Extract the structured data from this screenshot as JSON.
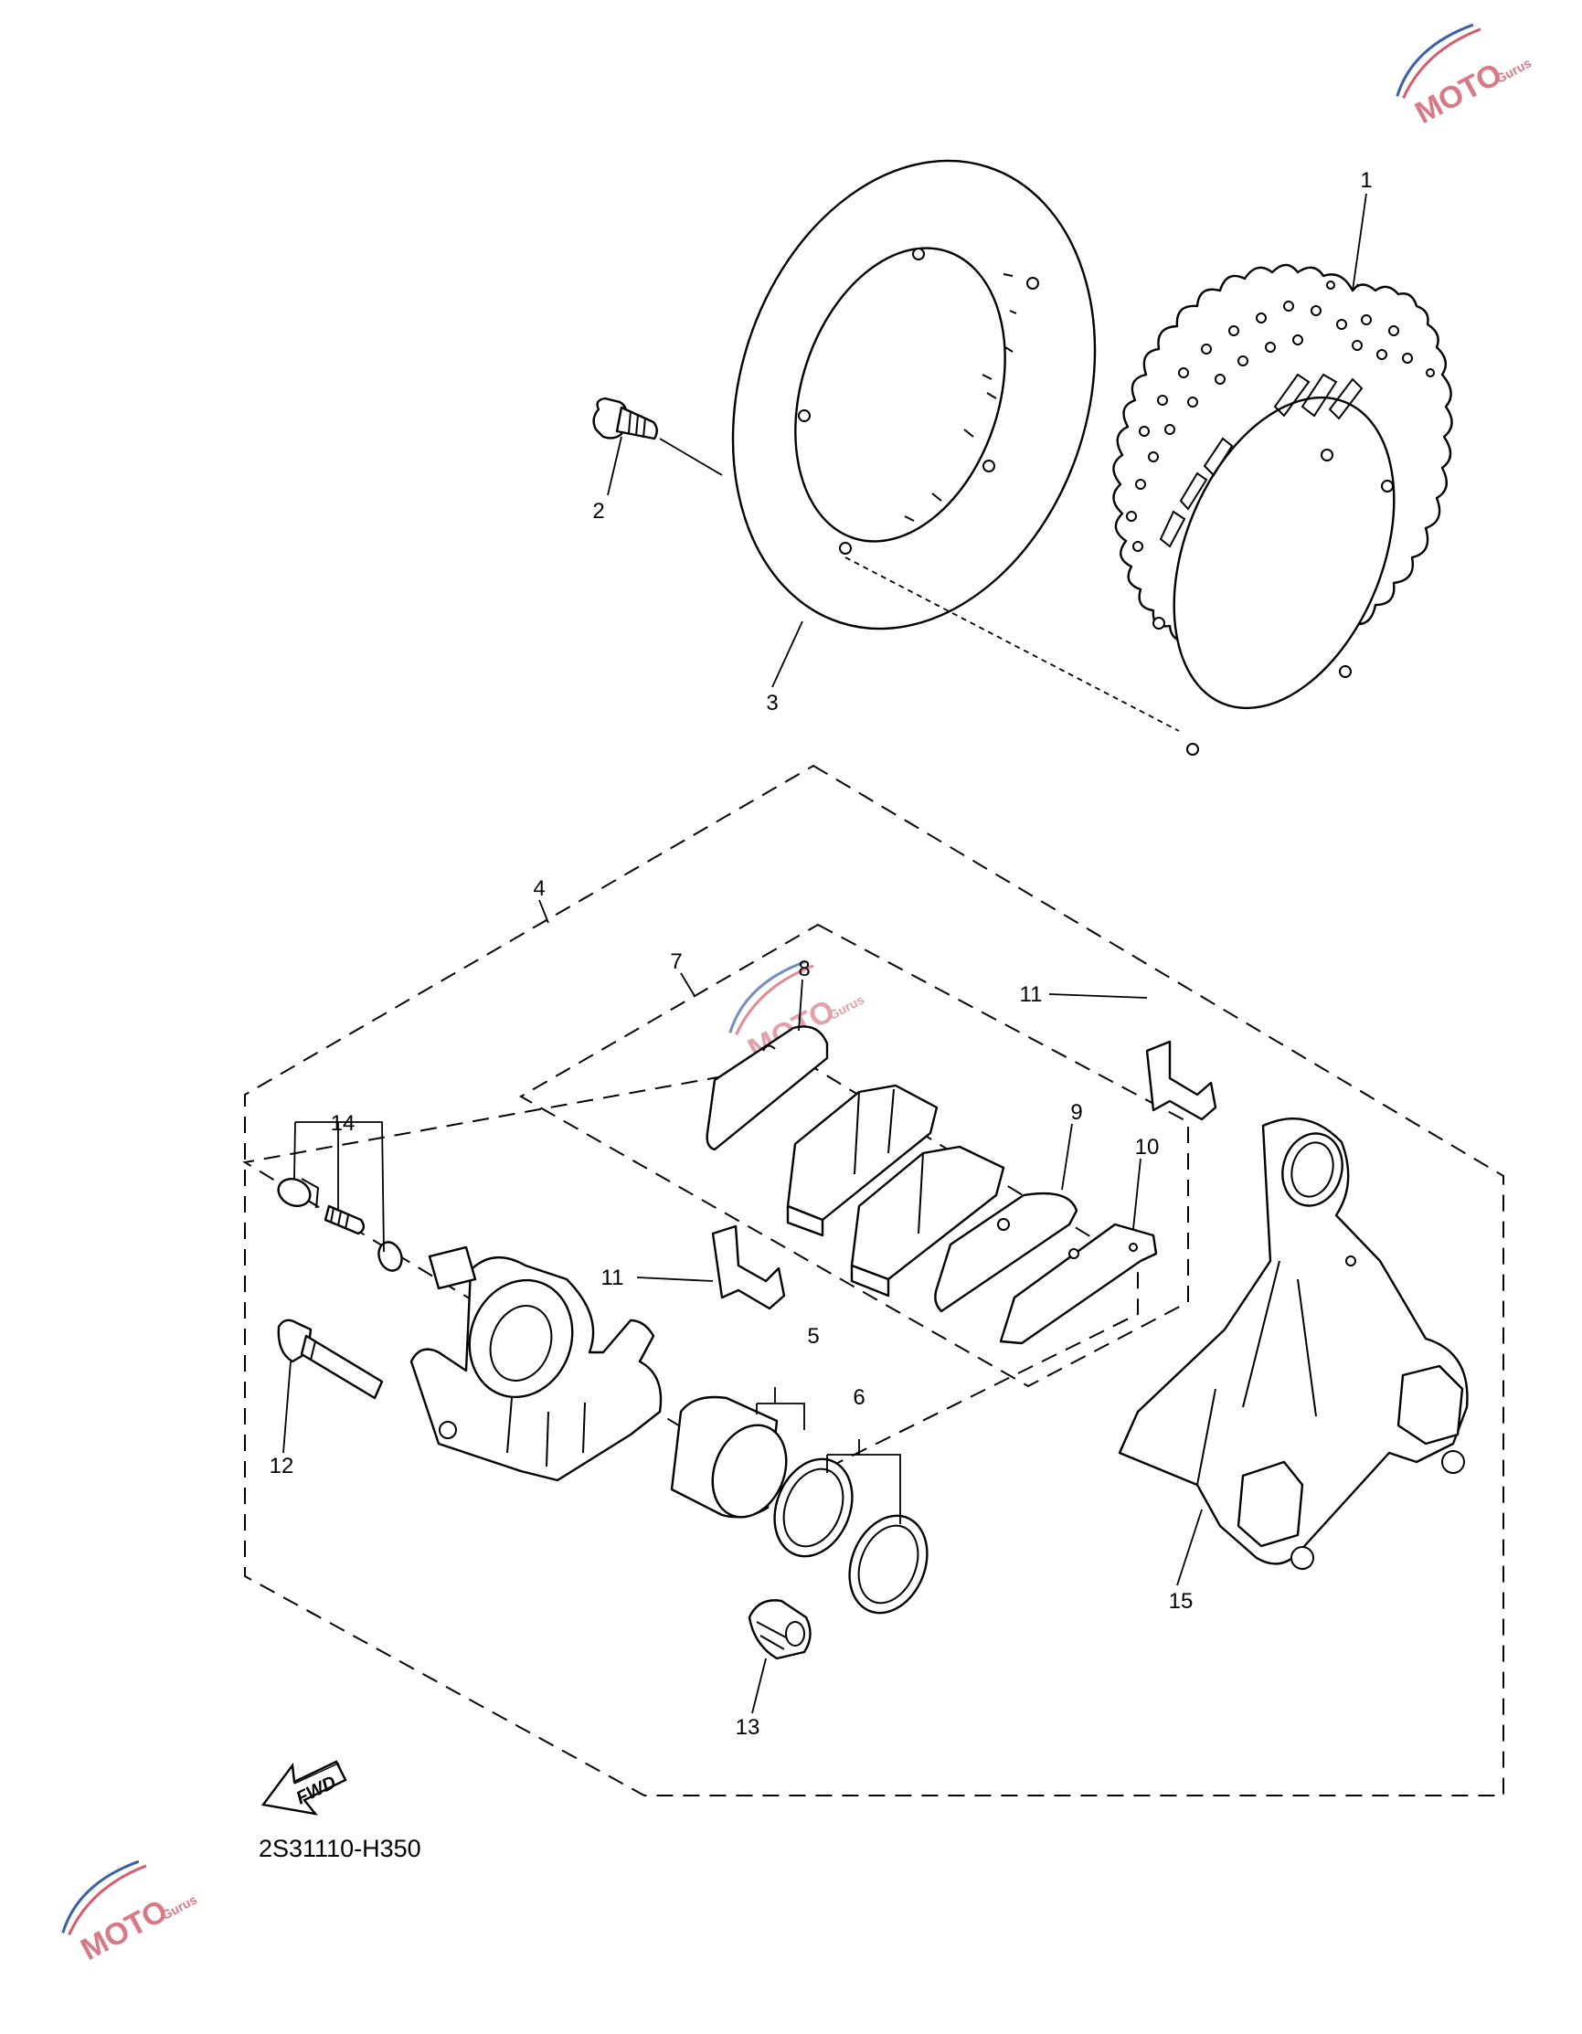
{
  "diagram": {
    "drawing_code": "2S31110-H350",
    "direction_label": "FWD",
    "callouts": [
      "1",
      "2",
      "3",
      "4",
      "5",
      "6",
      "7",
      "8",
      "9",
      "10",
      "11",
      "11",
      "12",
      "13",
      "14",
      "15"
    ]
  },
  "watermark": {
    "brand": "MOTO",
    "sub": "Gurus"
  },
  "colors": {
    "line": "#000000",
    "background": "#ffffff",
    "watermark_red": "#d65a6a",
    "watermark_blue": "#3b5fa8"
  }
}
